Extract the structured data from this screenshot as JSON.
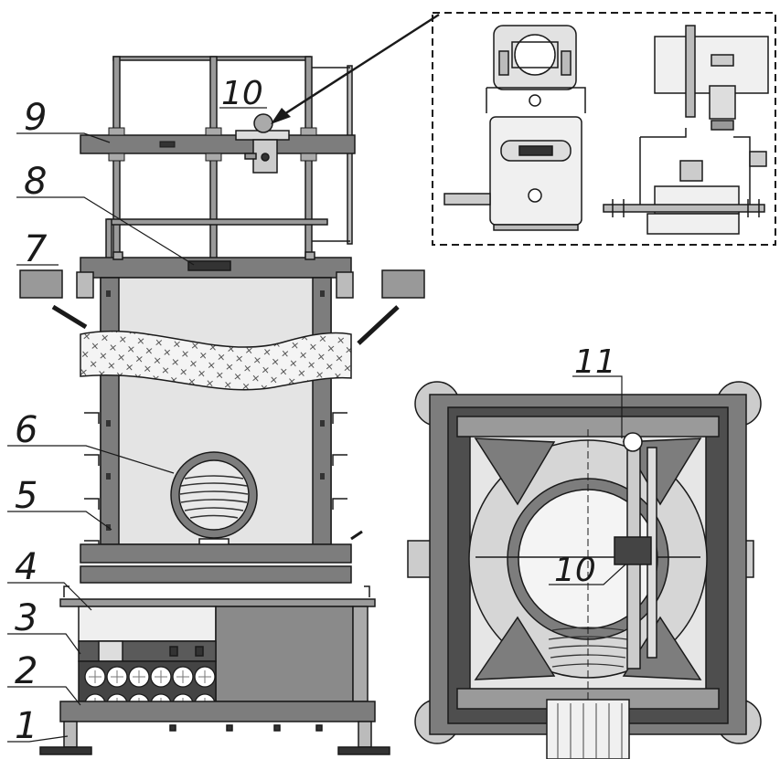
{
  "callouts": {
    "c1": "1",
    "c2": "2",
    "c3": "3",
    "c4": "4",
    "c5": "5",
    "c6": "6",
    "c7": "7",
    "c8": "8",
    "c9": "9",
    "c10_side": "10",
    "c10_top": "10",
    "c11": "11"
  },
  "colors": {
    "line": "#1a1a1a",
    "steel": "#7d7d7d",
    "steel_dark": "#5a5a5a",
    "panel": "#e4e4e4",
    "panel_light": "#efefef"
  }
}
